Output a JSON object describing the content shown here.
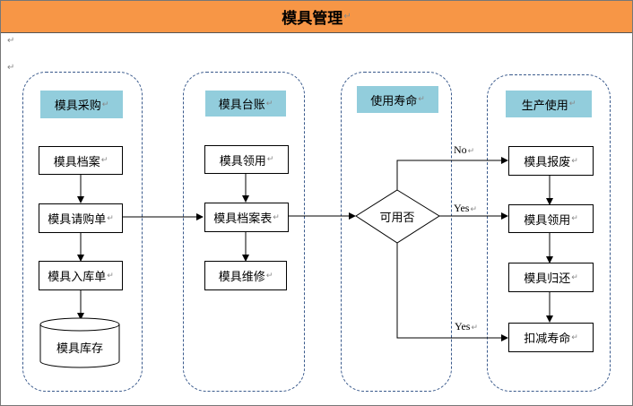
{
  "title": "模具管理",
  "para_mark": "↵",
  "lanes": {
    "purchase": {
      "header": "模具采购",
      "nodes": {
        "archive": "模具档案",
        "requisition": "模具请购单",
        "inbound": "模具入库单",
        "inventory": "模具库存"
      }
    },
    "ledger": {
      "header": "模具台账",
      "nodes": {
        "issue": "模具领用",
        "archive_table": "模具档案表",
        "repair": "模具维修"
      }
    },
    "life": {
      "header": "使用寿命",
      "nodes": {
        "decision": "可用否"
      }
    },
    "production": {
      "header": "生产使用",
      "nodes": {
        "scrap": "模具报废",
        "issue": "模具领用",
        "return": "模具归还",
        "deduct": "扣减寿命"
      }
    }
  },
  "edge_labels": {
    "no": "No",
    "yes_issue": "Yes",
    "yes_deduct": "Yes"
  }
}
